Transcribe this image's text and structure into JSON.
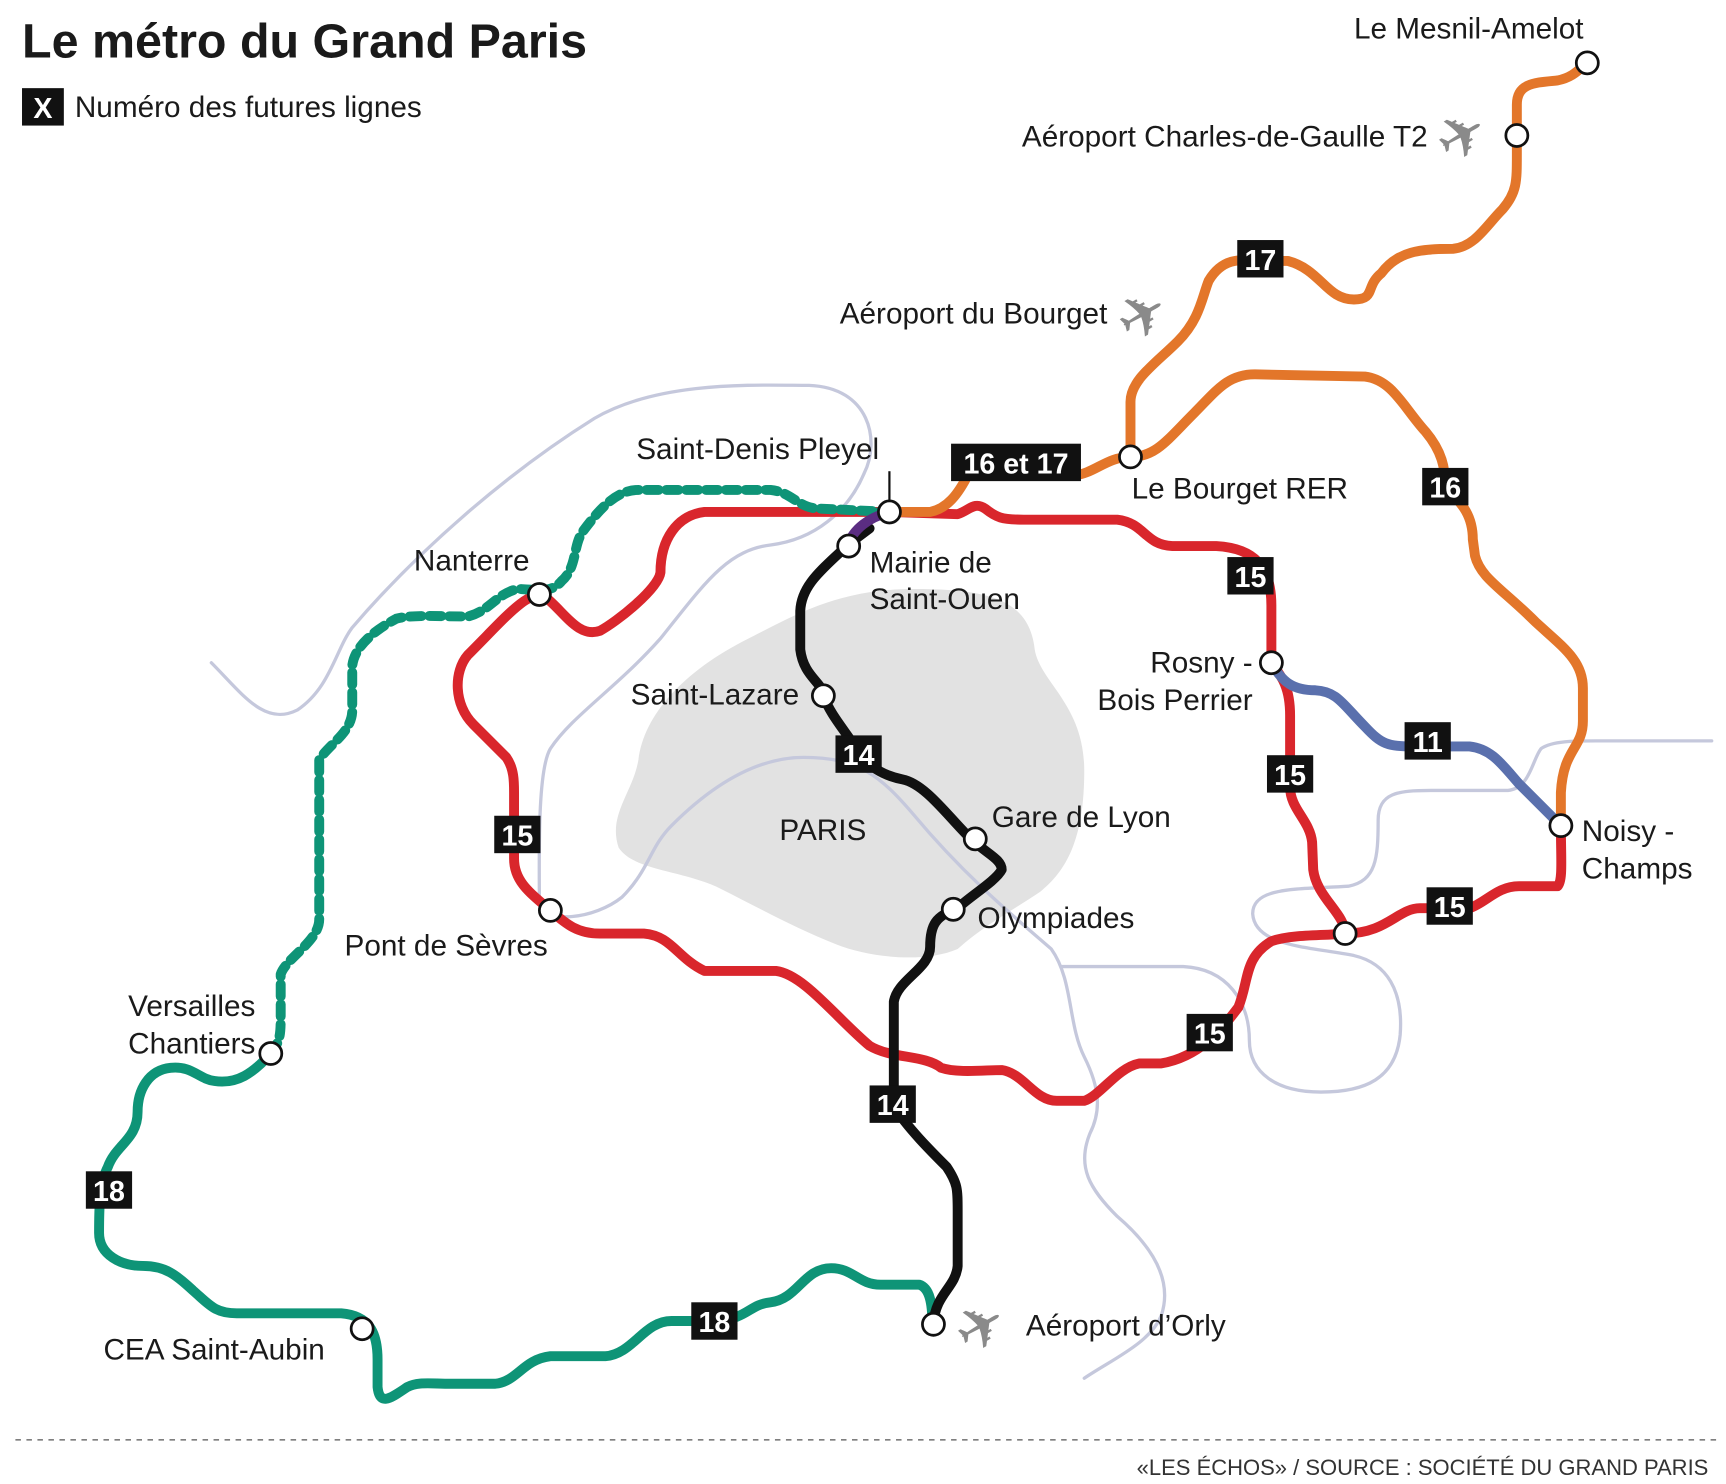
{
  "title": "Le métro du Grand Paris",
  "legend": {
    "symbol": "X",
    "label": "Numéro des futures lignes"
  },
  "city_label": "PARIS",
  "colors": {
    "line15": "#d9262c",
    "line14": "#111111",
    "line16_17": "#e3762a",
    "line11": "#5a70ad",
    "line18": "#0e9477",
    "purple": "#5b2d82",
    "river": "#c5c8dc",
    "paris": "#e2e2e2",
    "plane": "#8a8a8a"
  },
  "stations": {
    "mesnil": "Le Mesnil-Amelot",
    "cdg": "Aéroport Charles-de-Gaulle T2",
    "bourget_airport": "Aéroport du Bourget",
    "saint_denis": "Saint-Denis Pleyel",
    "bourget_rer": "Le Bourget RER",
    "nanterre": "Nanterre",
    "mairie_1": "Mairie de",
    "mairie_2": "Saint-Ouen",
    "rosny_1": "Rosny -",
    "rosny_2": "Bois Perrier",
    "saint_lazare": "Saint-Lazare",
    "gare_lyon": "Gare de Lyon",
    "noisy_1": "Noisy -",
    "noisy_2": "Champs",
    "olympiades": "Olympiades",
    "pont_sevres": "Pont de Sèvres",
    "versailles_1": "Versailles",
    "versailles_2": "Chantiers",
    "cea": "CEA Saint-Aubin",
    "orly": "Aéroport d’Orly"
  },
  "badges": {
    "b17": "17",
    "b16et17": "16 et 17",
    "b16": "16",
    "b15": "15",
    "b11": "11",
    "b14": "14",
    "b18": "18"
  },
  "icons": {
    "airport": "plane-icon"
  },
  "footer": "«LES ÉCHOS» / SOURCE : SOCIÉTÉ DU GRAND PARIS"
}
